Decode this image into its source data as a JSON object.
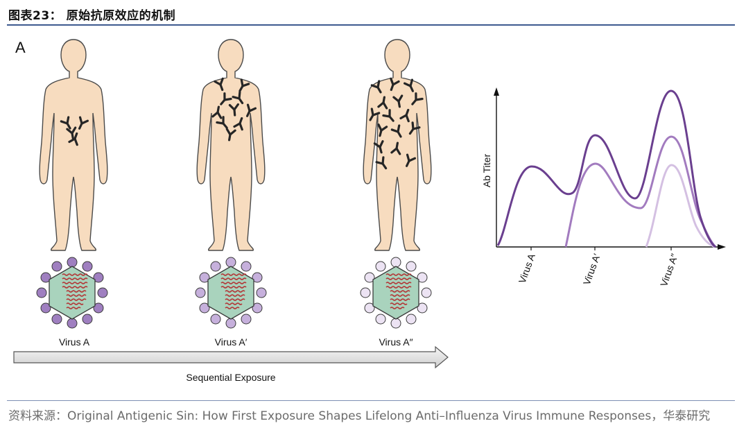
{
  "header": {
    "title": "图表23：  原始抗原效应的机制"
  },
  "panel": {
    "letter": "A"
  },
  "figure": {
    "virus_labels": [
      "Virus A",
      "Virus A′",
      "Virus A″"
    ],
    "exposure_arrow_label": "Sequential Exposure",
    "antibody_icon": "antibody-y-icon"
  },
  "chart": {
    "y_axis_label": "Ab Titer",
    "x_tick_labels": [
      "Virus A",
      "Virus A′",
      "Virus A″"
    ],
    "colors": {
      "dark": "#6a3f8f",
      "medium": "#a27bbf",
      "light": "#d4c0e2"
    }
  },
  "footer": {
    "source": "资料来源：Original Antigenic Sin: How First Exposure Shapes Lifelong Anti–Influenza Virus Immune Responses，华泰研究"
  }
}
